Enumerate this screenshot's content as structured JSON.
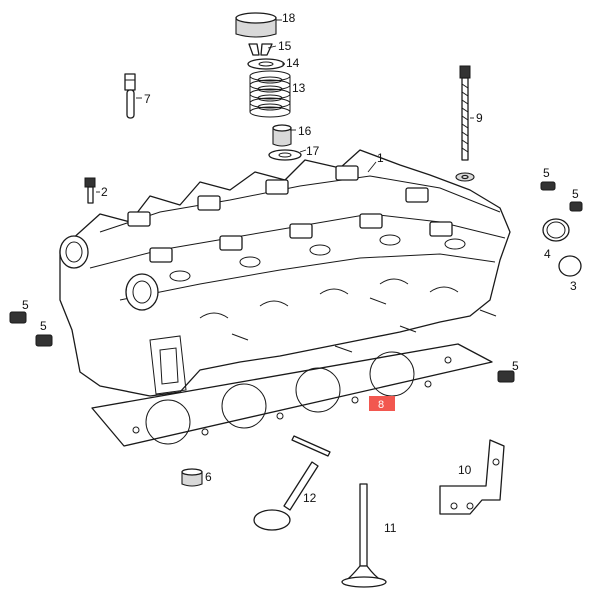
{
  "highlight_color": "#f2574f",
  "callouts": {
    "c1": "1",
    "c2": "2",
    "c3": "3",
    "c4": "4",
    "c5a": "5",
    "c5b": "5",
    "c5c": "5",
    "c5d": "5",
    "c5e": "5",
    "c6": "6",
    "c7": "7",
    "c8": "8",
    "c9": "9",
    "c10": "10",
    "c11": "11",
    "c12": "12",
    "c13": "13",
    "c14": "14",
    "c15": "15",
    "c16": "16",
    "c17": "17",
    "c18": "18"
  }
}
